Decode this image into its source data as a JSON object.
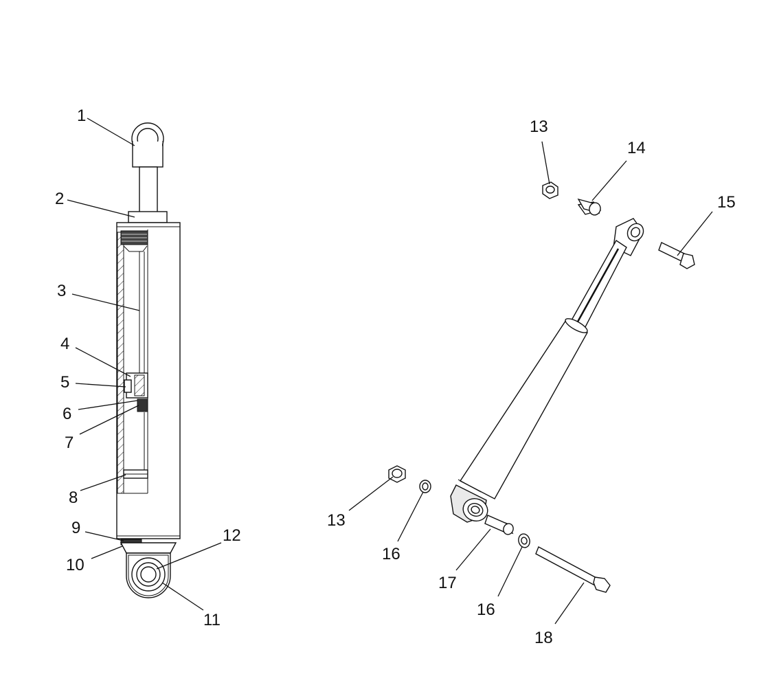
{
  "callouts": {
    "c1": "1",
    "c2": "2",
    "c3": "3",
    "c4": "4",
    "c5": "5",
    "c6": "6",
    "c7": "7",
    "c8": "8",
    "c9": "9",
    "c10": "10",
    "c11": "11",
    "c12": "12",
    "c13a": "13",
    "c13b": "13",
    "c14": "14",
    "c15": "15",
    "c16a": "16",
    "c16b": "16",
    "c17": "17",
    "c18": "18"
  }
}
